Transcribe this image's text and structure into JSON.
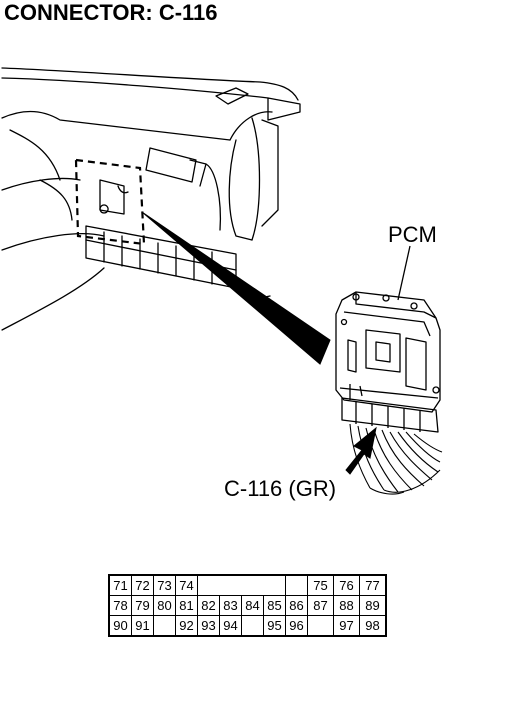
{
  "title": "CONNECTOR: C-116",
  "labels": {
    "pcm": "PCM",
    "connector": "C-116 (GR)"
  },
  "pin_rows": [
    [
      "71",
      "72",
      "73",
      "74",
      "",
      "",
      "",
      "",
      "",
      "75",
      "76",
      "77"
    ],
    [
      "78",
      "79",
      "80",
      "81",
      "82",
      "83",
      "84",
      "85",
      "86",
      "87",
      "88",
      "89"
    ],
    [
      "90",
      "91",
      "",
      "92",
      "93",
      "94",
      "",
      "95",
      "96",
      "",
      "97",
      "98"
    ]
  ],
  "colors": {
    "line": "#000000",
    "background": "#ffffff"
  }
}
